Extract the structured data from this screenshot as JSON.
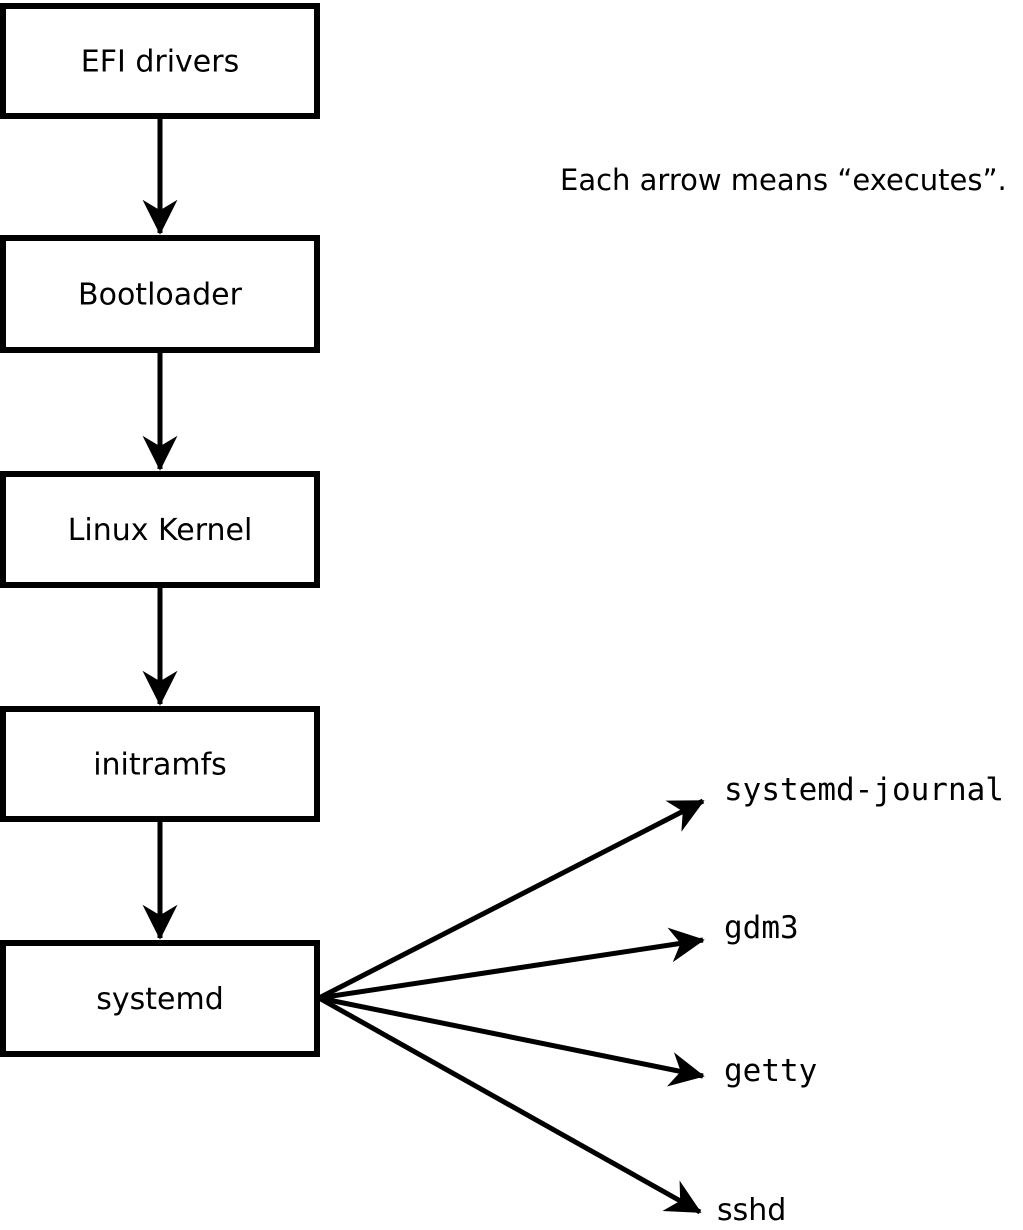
{
  "diagram": {
    "note": "Each arrow means “executes”.",
    "boxes": [
      {
        "id": "efi-drivers",
        "label": "EFI drivers"
      },
      {
        "id": "bootloader",
        "label": "Bootloader"
      },
      {
        "id": "linux-kernel",
        "label": "Linux Kernel"
      },
      {
        "id": "initramfs",
        "label": "initramfs"
      },
      {
        "id": "systemd",
        "label": "systemd"
      }
    ],
    "spawned_processes": [
      {
        "id": "systemd-journal",
        "label": "systemd-journal"
      },
      {
        "id": "gdm3",
        "label": "gdm3"
      },
      {
        "id": "getty",
        "label": "getty"
      },
      {
        "id": "sshd",
        "label": "sshd"
      }
    ],
    "colors": {
      "stroke": "#000000",
      "box_fill": "#ffffff",
      "background": "#ffffff",
      "text": "#000000"
    }
  }
}
